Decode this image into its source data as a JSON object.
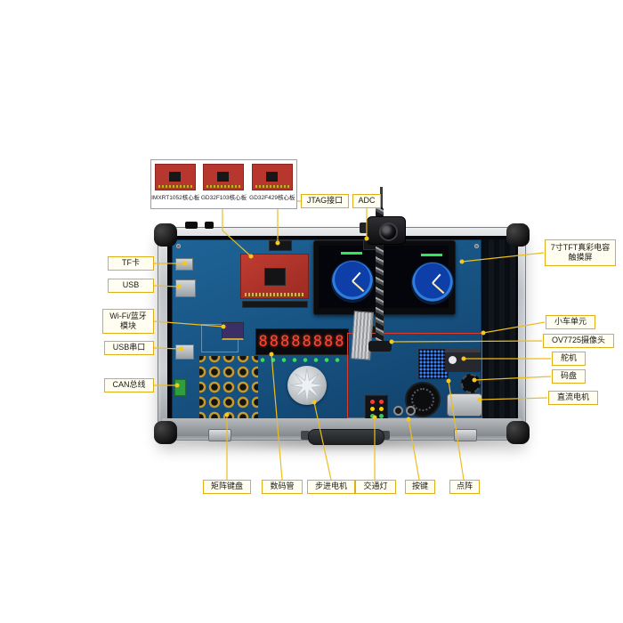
{
  "core_board_panel": {
    "boards": [
      {
        "caption": "IMXRT1052核心板"
      },
      {
        "caption": "GD32F103核心板"
      },
      {
        "caption": "GD32F429核心板"
      }
    ]
  },
  "callouts": {
    "jtag": "JTAG接口",
    "adc": "ADC",
    "tf_card": "TF卡",
    "usb": "USB",
    "wifi_bt": "Wi-Fi/蓝牙模块",
    "usb_serial": "USB串口",
    "can_bus": "CAN总线",
    "tft": "7寸TFT真彩电容触摸屏",
    "car_unit": "小车单元",
    "camera": "OV7725摄像头",
    "servo": "舵机",
    "encoder": "码盘",
    "dc_motor": "直流电机",
    "matrix_keyboard": "矩阵键盘",
    "seven_segment": "数码管",
    "stepper_motor": "步进电机",
    "traffic_light": "交通灯",
    "keys": "按键",
    "dot_matrix": "点阵"
  },
  "board": {
    "seven_segment_digits": "88888888"
  },
  "colors": {
    "callout_line": "#ecbe1f",
    "callout_border": "#dfae1b",
    "callout_bg": "#fffef0",
    "pcb_blue": "#16507f",
    "car_unit_outline": "#e03a2a",
    "core_board_red": "#b7362e"
  }
}
